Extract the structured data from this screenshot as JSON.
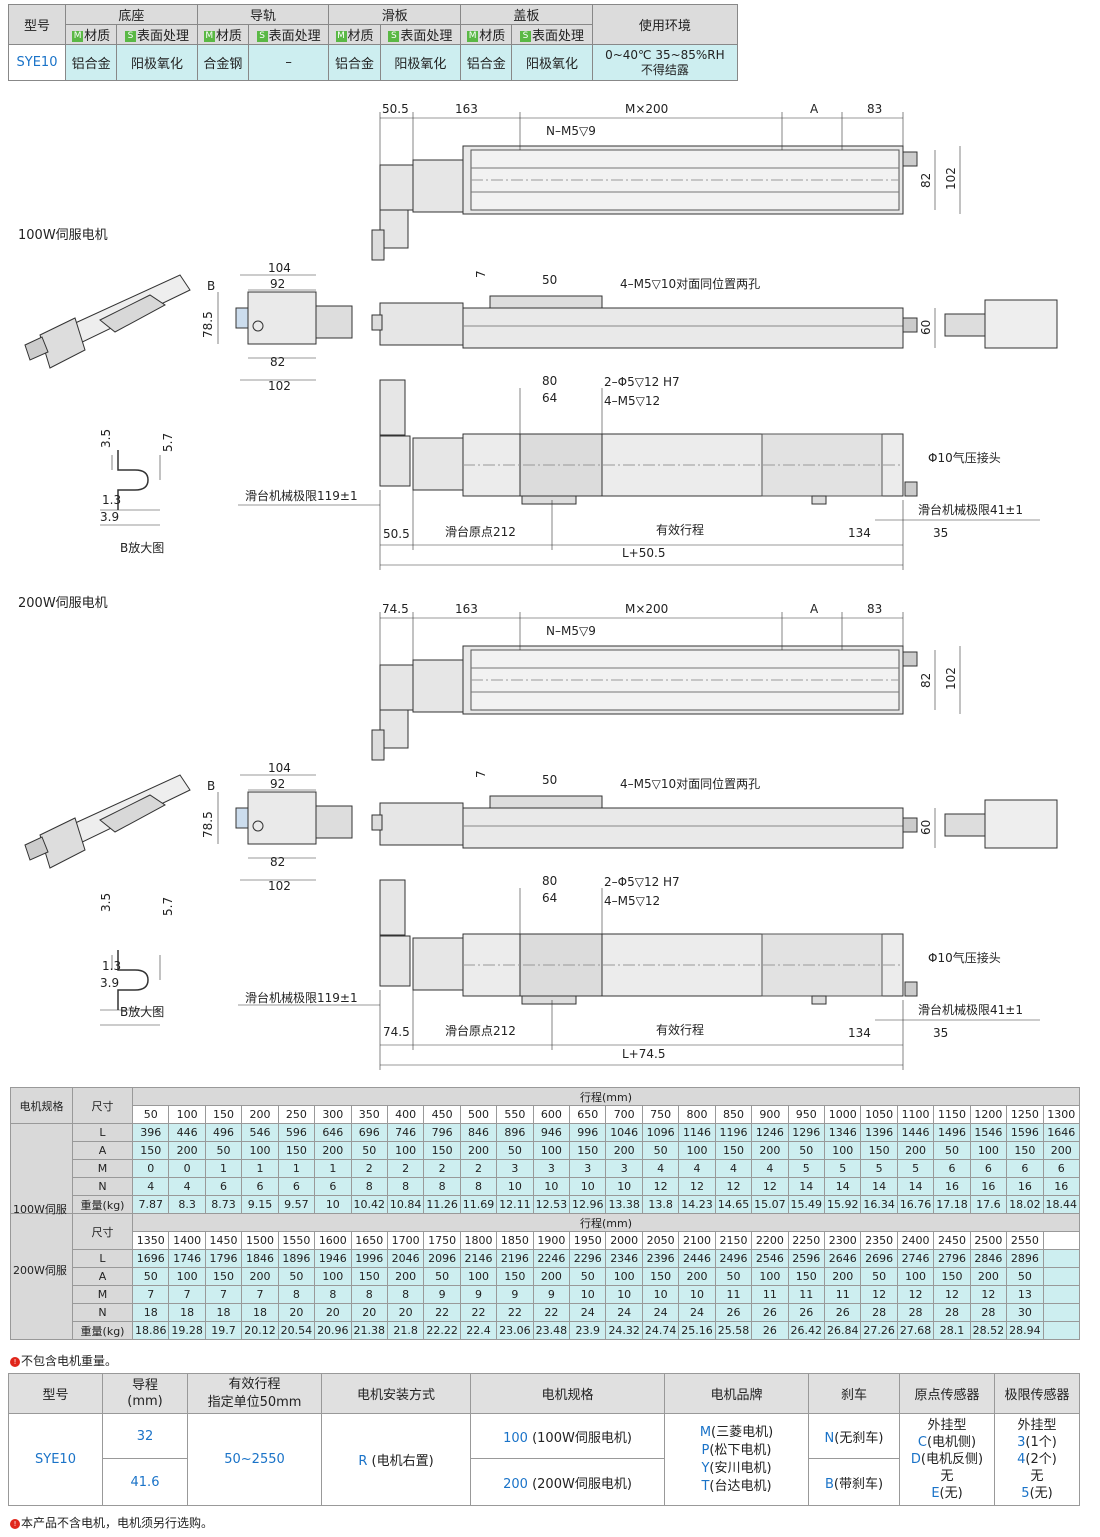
{
  "spec_table": {
    "model_header": "型号",
    "groups": [
      "底座",
      "导轨",
      "滑板",
      "盖板"
    ],
    "material_label": "材质",
    "surface_label": "表面处理",
    "m_mark": "M",
    "s_mark": "S",
    "env_header": "使用环境",
    "model": "SYE10",
    "values": [
      "铝合金",
      "阳极氧化",
      "合金钢",
      "–",
      "铝合金",
      "阳极氧化",
      "铝合金",
      "阳极氧化"
    ],
    "env_line1": "0~40℃ 35~85%RH",
    "env_line2": "不得结露"
  },
  "drawings": {
    "section_100w": "100W伺服电机",
    "section_200w": "200W伺服电机",
    "dims_top": [
      "50.5",
      "163",
      "M×200",
      "A",
      "83"
    ],
    "dims_top_200": [
      "74.5",
      "163",
      "M×200",
      "A",
      "83"
    ],
    "tap_note": "N–M5▽9",
    "height_82": "82",
    "height_102": "102",
    "side_hole_note": "4–M5▽10对面同位置两孔",
    "dim_7": "7",
    "dim_50": "50",
    "dim_60": "60",
    "end_w104": "104",
    "end_w92": "92",
    "end_w82": "82",
    "end_w102": "102",
    "end_h785": "78.5",
    "b_label": "B",
    "detail_35": "3.5",
    "detail_57": "5.7",
    "detail_13": "1.3",
    "detail_39": "3.9",
    "detail_caption": "B放大图",
    "dim_80": "80",
    "dim_64": "64",
    "pin_note": "2–Φ5▽12 H7",
    "slide_tap_note": "4–M5▽12",
    "air_note": "Φ10气压接头",
    "limit_left": "滑台机械极限119±1",
    "limit_right": "滑台机械极限41±1",
    "dim_505": "50.5",
    "dim_745": "74.5",
    "origin": "滑台原点212",
    "stroke": "有效行程",
    "dim_134": "134",
    "dim_35": "35",
    "total_100": "L+50.5",
    "total_200": "L+74.5"
  },
  "stroke_table": {
    "motor_spec": "电机规格",
    "size": "尺寸",
    "stroke_label": "行程(mm)",
    "motor_100": "100W伺服",
    "motor_200": "200W伺服",
    "row_labels": [
      "L",
      "A",
      "M",
      "N",
      "重量(kg)"
    ],
    "strokes_1": [
      "50",
      "100",
      "150",
      "200",
      "250",
      "300",
      "350",
      "400",
      "450",
      "500",
      "550",
      "600",
      "650",
      "700",
      "750",
      "800",
      "850",
      "900",
      "950",
      "1000",
      "1050",
      "1100",
      "1150",
      "1200",
      "1250",
      "1300"
    ],
    "rows_1": [
      [
        "396",
        "446",
        "496",
        "546",
        "596",
        "646",
        "696",
        "746",
        "796",
        "846",
        "896",
        "946",
        "996",
        "1046",
        "1096",
        "1146",
        "1196",
        "1246",
        "1296",
        "1346",
        "1396",
        "1446",
        "1496",
        "1546",
        "1596",
        "1646"
      ],
      [
        "150",
        "200",
        "50",
        "100",
        "150",
        "200",
        "50",
        "100",
        "150",
        "200",
        "50",
        "100",
        "150",
        "200",
        "50",
        "100",
        "150",
        "200",
        "50",
        "100",
        "150",
        "200",
        "50",
        "100",
        "150",
        "200"
      ],
      [
        "0",
        "0",
        "1",
        "1",
        "1",
        "1",
        "2",
        "2",
        "2",
        "2",
        "3",
        "3",
        "3",
        "3",
        "4",
        "4",
        "4",
        "4",
        "5",
        "5",
        "5",
        "5",
        "6",
        "6",
        "6",
        "6"
      ],
      [
        "4",
        "4",
        "6",
        "6",
        "6",
        "6",
        "8",
        "8",
        "8",
        "8",
        "10",
        "10",
        "10",
        "10",
        "12",
        "12",
        "12",
        "12",
        "14",
        "14",
        "14",
        "14",
        "16",
        "16",
        "16",
        "16"
      ],
      [
        "7.87",
        "8.3",
        "8.73",
        "9.15",
        "9.57",
        "10",
        "10.42",
        "10.84",
        "11.26",
        "11.69",
        "12.11",
        "12.53",
        "12.96",
        "13.38",
        "13.8",
        "14.23",
        "14.65",
        "15.07",
        "15.49",
        "15.92",
        "16.34",
        "16.76",
        "17.18",
        "17.6",
        "18.02",
        "18.44"
      ]
    ],
    "strokes_2": [
      "1350",
      "1400",
      "1450",
      "1500",
      "1550",
      "1600",
      "1650",
      "1700",
      "1750",
      "1800",
      "1850",
      "1900",
      "1950",
      "2000",
      "2050",
      "2100",
      "2150",
      "2200",
      "2250",
      "2300",
      "2350",
      "2400",
      "2450",
      "2500",
      "2550"
    ],
    "rows_2": [
      [
        "1696",
        "1746",
        "1796",
        "1846",
        "1896",
        "1946",
        "1996",
        "2046",
        "2096",
        "2146",
        "2196",
        "2246",
        "2296",
        "2346",
        "2396",
        "2446",
        "2496",
        "2546",
        "2596",
        "2646",
        "2696",
        "2746",
        "2796",
        "2846",
        "2896"
      ],
      [
        "50",
        "100",
        "150",
        "200",
        "50",
        "100",
        "150",
        "200",
        "50",
        "100",
        "150",
        "200",
        "50",
        "100",
        "150",
        "200",
        "50",
        "100",
        "150",
        "200",
        "50",
        "100",
        "150",
        "200",
        "50"
      ],
      [
        "7",
        "7",
        "7",
        "7",
        "8",
        "8",
        "8",
        "8",
        "9",
        "9",
        "9",
        "9",
        "10",
        "10",
        "10",
        "10",
        "11",
        "11",
        "11",
        "11",
        "12",
        "12",
        "12",
        "12",
        "13"
      ],
      [
        "18",
        "18",
        "18",
        "18",
        "20",
        "20",
        "20",
        "20",
        "22",
        "22",
        "22",
        "22",
        "24",
        "24",
        "24",
        "24",
        "26",
        "26",
        "26",
        "26",
        "28",
        "28",
        "28",
        "28",
        "30"
      ],
      [
        "18.86",
        "19.28",
        "19.7",
        "20.12",
        "20.54",
        "20.96",
        "21.38",
        "21.8",
        "22.22",
        "22.4",
        "23.06",
        "23.48",
        "23.9",
        "24.32",
        "24.74",
        "25.16",
        "25.58",
        "26",
        "26.42",
        "26.84",
        "27.26",
        "27.68",
        "28.1",
        "28.52",
        "28.94"
      ]
    ],
    "note": "不包含电机重量。"
  },
  "order_table": {
    "headers": [
      "型号",
      "导程\n(mm)",
      "有效行程\n指定单位50mm",
      "电机安装方式",
      "电机规格",
      "电机品牌",
      "刹车",
      "原点传感器",
      "极限传感器"
    ],
    "model": "SYE10",
    "lead_1": "32",
    "lead_2": "41.6",
    "stroke": "50~2550",
    "mount_code": "R",
    "mount_text": "(电机右置)",
    "spec_1_code": "100",
    "spec_1_text": "(100W伺服电机)",
    "spec_2_code": "200",
    "spec_2_text": "(200W伺服电机)",
    "brands": [
      {
        "code": "M",
        "text": "(三菱电机)"
      },
      {
        "code": "P",
        "text": "(松下电机)"
      },
      {
        "code": "Y",
        "text": "(安川电机)"
      },
      {
        "code": "T",
        "text": "(台达电机)"
      }
    ],
    "brake_1_code": "N",
    "brake_1_text": "(无刹车)",
    "brake_2_code": "B",
    "brake_2_text": "(带刹车)",
    "origin_title": "外挂型",
    "origin_1_code": "C",
    "origin_1_text": "(电机侧)",
    "origin_2_code": "D",
    "origin_2_text": "(电机反侧)",
    "origin_none": "无",
    "origin_3_code": "E",
    "origin_3_text": "(无)",
    "limit_title": "外挂型",
    "limit_1_code": "3",
    "limit_1_text": "(1个)",
    "limit_2_code": "4",
    "limit_2_text": "(2个)",
    "limit_none": "无",
    "limit_3_code": "5",
    "limit_3_text": "(无)",
    "note": "本产品不含电机，电机须另行选购。"
  },
  "colors": {
    "accent_cyan": "#cdeef0",
    "blue_code": "#1a73c8",
    "green_mark": "#5ab845",
    "note_red": "#e0261b"
  },
  "icons": [
    "note-circle-icon"
  ]
}
